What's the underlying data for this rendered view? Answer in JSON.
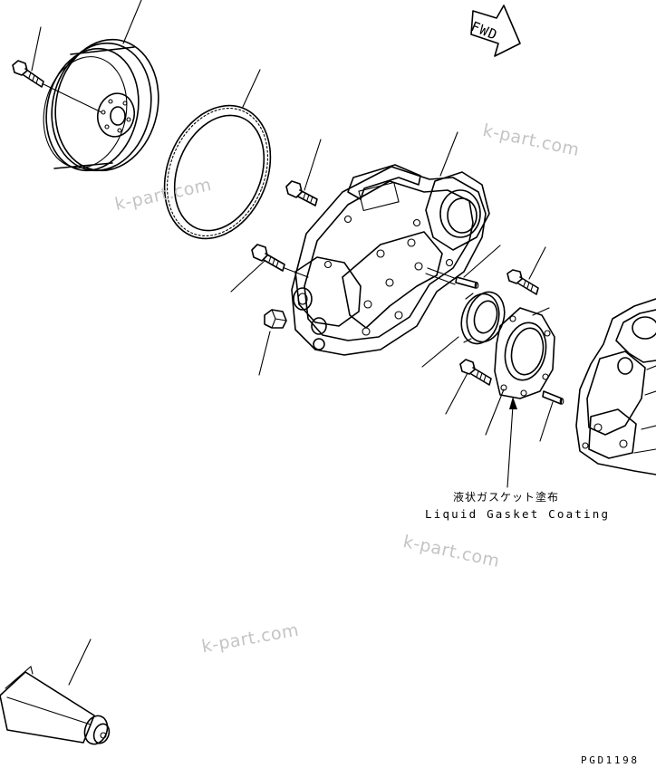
{
  "annotations": {
    "direction_label": "FWD",
    "gasket_note_jp": "液状ガスケット塗布",
    "gasket_note_en": "Liquid Gasket Coating",
    "page_code": "PGD1198"
  },
  "watermarks": [
    "k-part.com",
    "k-part.com",
    "k-part.com",
    "k-part.com"
  ]
}
